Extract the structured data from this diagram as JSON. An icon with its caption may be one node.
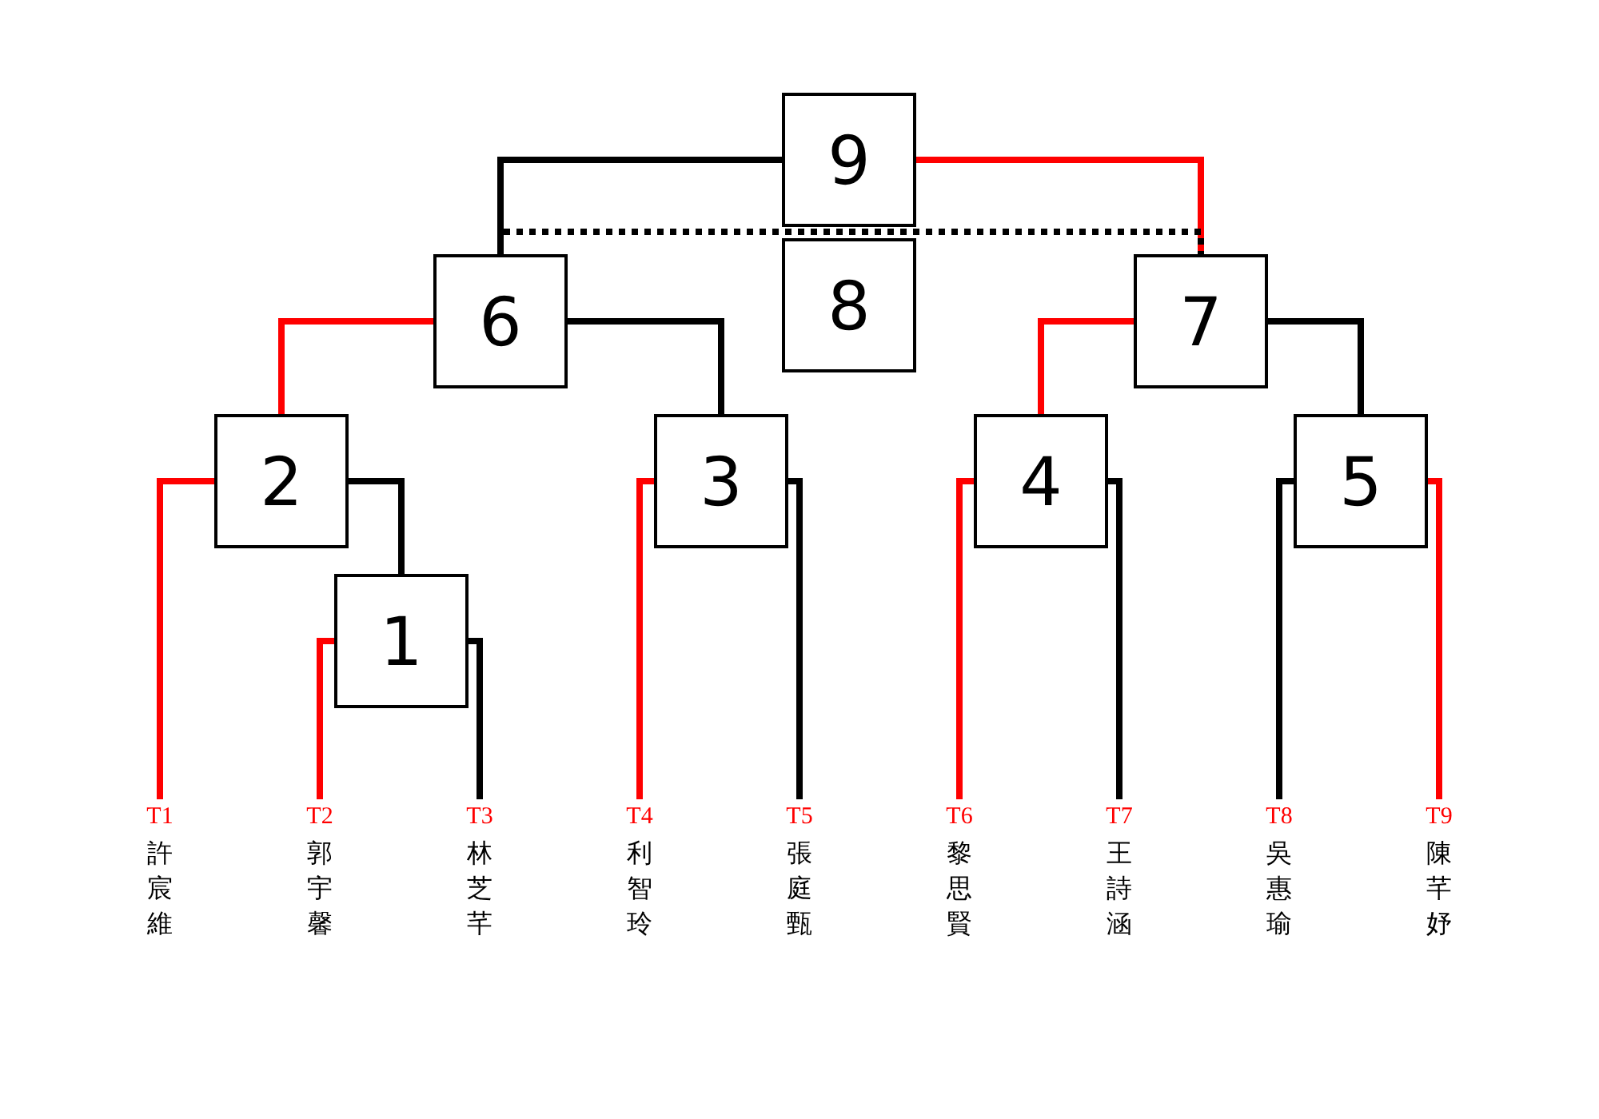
{
  "diagram": {
    "nodes": [
      {
        "text": [
          "9"
        ]
      },
      {
        "text": [
          "8"
        ]
      },
      {
        "text": [
          "6"
        ]
      },
      {
        "text": [
          "7"
        ]
      },
      {
        "text": [
          "2"
        ]
      },
      {
        "text": [
          "3"
        ]
      },
      {
        "text": [
          "4"
        ]
      },
      {
        "text": [
          "5"
        ]
      },
      {
        "text": [
          "1"
        ]
      },
      {
        "text": [
          "T1",
          "許宸維"
        ]
      },
      {
        "text": [
          "T2",
          "郭宇馨"
        ]
      },
      {
        "text": [
          "T3",
          "林芝芊"
        ]
      },
      {
        "text": [
          "T4",
          "利智玲"
        ]
      },
      {
        "text": [
          "T5",
          "張庭甄"
        ]
      },
      {
        "text": [
          "T6",
          "黎思賢"
        ]
      },
      {
        "text": [
          "T7",
          "王詩涵"
        ]
      },
      {
        "text": [
          "T8",
          "吳惠瑜"
        ]
      },
      {
        "text": [
          "T9",
          "陳芊妤"
        ]
      }
    ],
    "edges": [
      {
        "from": 2,
        "to": 0,
        "arrow": "none"
      },
      {
        "from": 3,
        "to": 0,
        "arrow": "none",
        "color": "#ff0000"
      },
      {
        "from": 4,
        "to": 2,
        "arrow": "none",
        "color": "#ff0000"
      },
      {
        "from": 5,
        "to": 2,
        "arrow": "none"
      },
      {
        "from": 6,
        "to": 3,
        "arrow": "none",
        "color": "#ff0000"
      },
      {
        "from": 7,
        "to": 3,
        "arrow": "none"
      },
      {
        "from": 9,
        "to": 4,
        "arrow": "none",
        "color": "#ff0000"
      },
      {
        "from": 8,
        "to": 4,
        "arrow": "none"
      },
      {
        "from": 10,
        "to": 8,
        "arrow": "none",
        "color": "#ff0000"
      },
      {
        "from": 11,
        "to": 8,
        "arrow": "none"
      },
      {
        "from": 12,
        "to": 5,
        "arrow": "none",
        "color": "#ff0000"
      },
      {
        "from": 13,
        "to": 5,
        "arrow": "none"
      },
      {
        "from": 14,
        "to": 6,
        "arrow": "none",
        "color": "#ff0000"
      },
      {
        "from": 15,
        "to": 6,
        "arrow": "none"
      },
      {
        "from": 16,
        "to": 7,
        "arrow": "none"
      },
      {
        "from": 17,
        "to": 7,
        "arrow": "none",
        "color": "#ff0000"
      },
      {
        "from": 2,
        "to": 3,
        "arrow": "none",
        "style": "dashed"
      }
    ]
  }
}
